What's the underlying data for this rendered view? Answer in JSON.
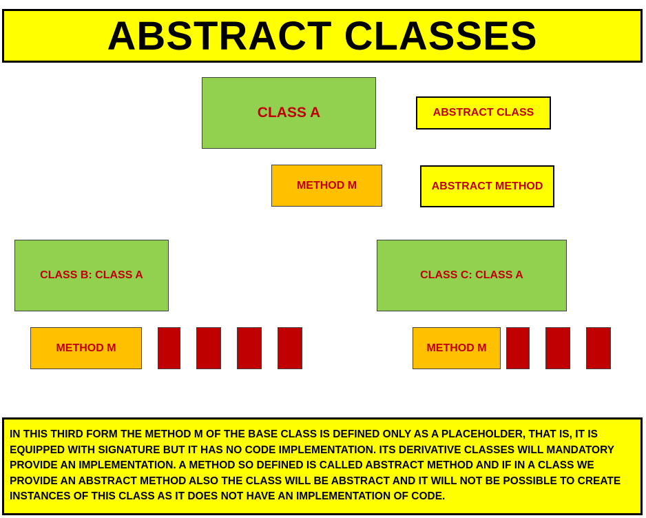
{
  "title": "ABSTRACT CLASSES",
  "base_class": {
    "label": "CLASS A",
    "method_label": "METHOD M"
  },
  "legend": {
    "abstract_class": "ABSTRACT CLASS",
    "abstract_method": "ABSTRACT METHOD"
  },
  "derived_classes": [
    {
      "label": "CLASS B: CLASS A",
      "method_label": "METHOD M"
    },
    {
      "label": "CLASS C: CLASS A",
      "method_label": "METHOD M"
    }
  ],
  "description": "IN THIS THIRD FORM THE METHOD M OF THE BASE CLASS IS DEFINED ONLY AS A PLACEHOLDER, THAT IS, IT IS EQUIPPED WITH SIGNATURE BUT IT HAS NO CODE IMPLEMENTATION. ITS DERIVATIVE CLASSES WILL MANDATORY PROVIDE AN IMPLEMENTATION. A METHOD SO DEFINED IS CALLED ABSTRACT METHOD AND IF IN A CLASS WE PROVIDE AN ABSTRACT METHOD ALSO THE CLASS WILL BE ABSTRACT AND IT WILL NOT BE POSSIBLE TO CREATE INSTANCES OF THIS CLASS AS IT DOES NOT HAVE AN IMPLEMENTATION OF CODE.",
  "colors": {
    "title_bg": "#ffff00",
    "class_bg": "#92d050",
    "method_bg": "#ffc000",
    "code_block": "#c00000",
    "label_text": "#c00000"
  }
}
